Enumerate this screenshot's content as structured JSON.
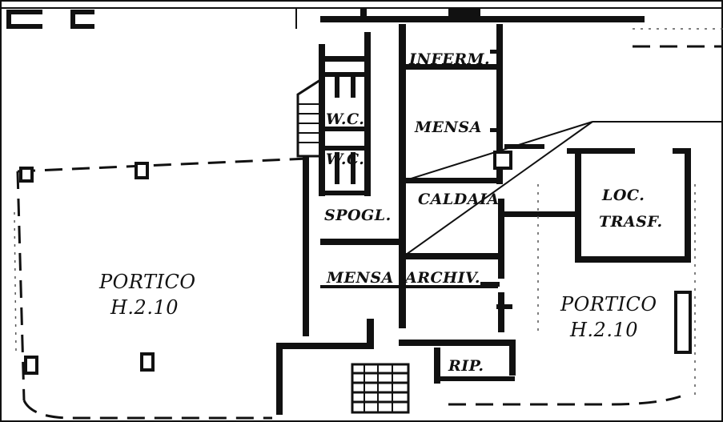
{
  "rooms": {
    "porticoLeft": {
      "name": "PORTICO",
      "height": "H.2.10"
    },
    "porticoRight": {
      "name": "PORTICO",
      "height": "H.2.10"
    },
    "inferm": "INFERM.",
    "mensaTop": "MENSA",
    "wcTop": "W.C.",
    "wcBottom": "W.C.",
    "spogl": "SPOGL.",
    "caldaia": "CALDAIA",
    "locTrasf": {
      "line1": "LOC.",
      "line2": "TRASF."
    },
    "mensaBottom": "MENSA",
    "archiv": "ARCHIV.",
    "rip": "RIP."
  }
}
